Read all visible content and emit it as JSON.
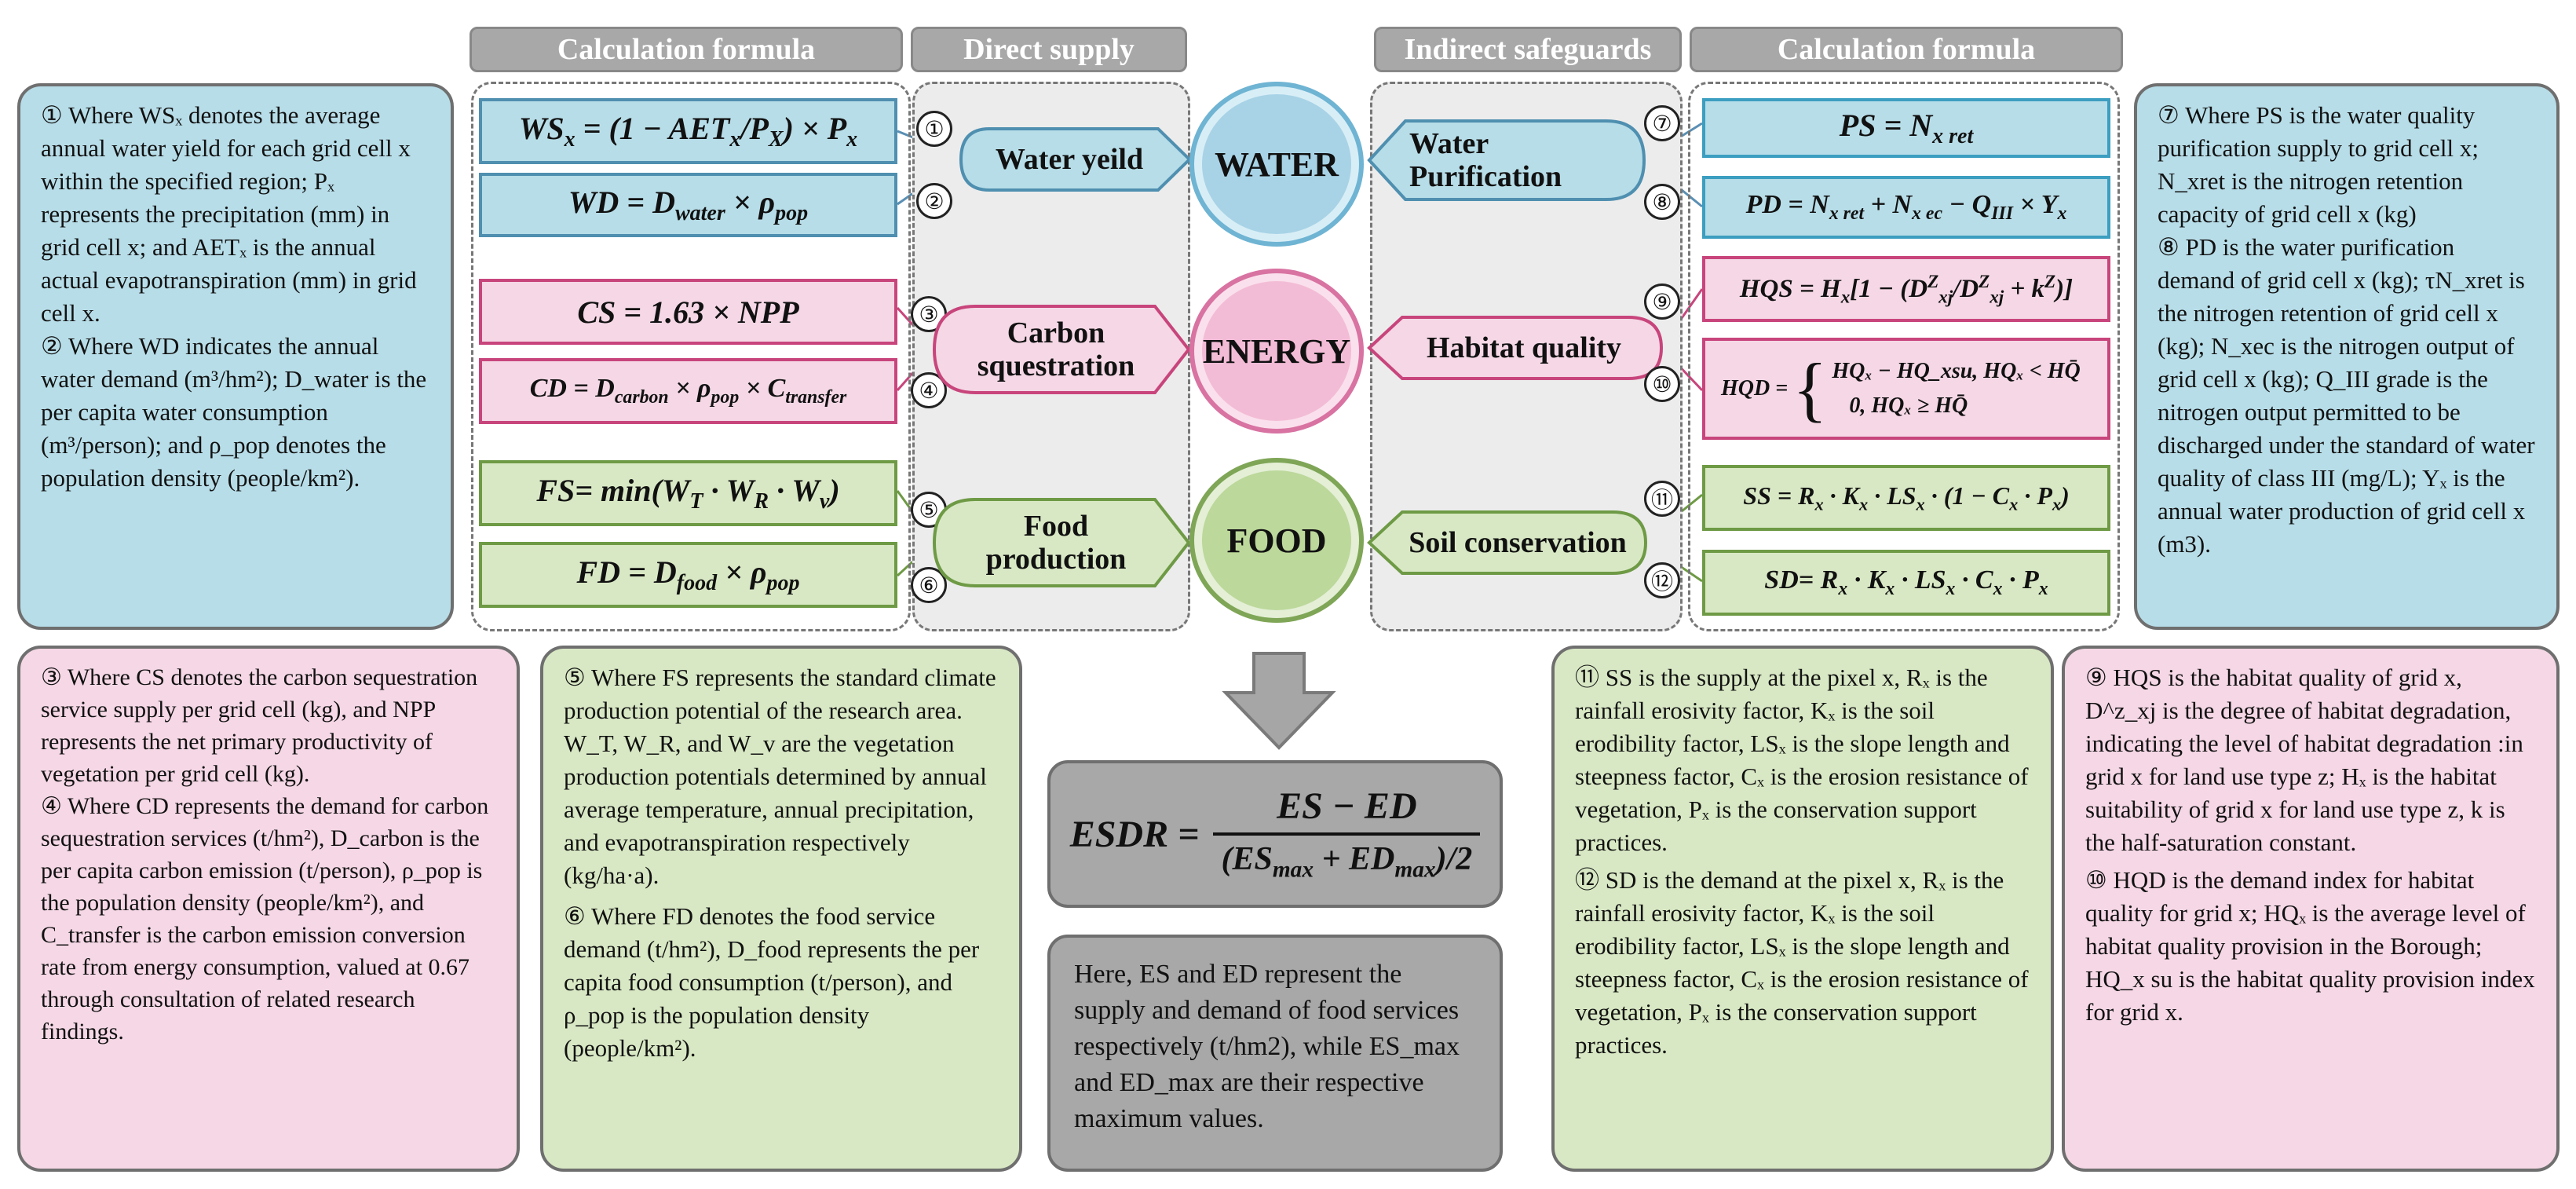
{
  "headers": {
    "calc_left": "Calculation formula",
    "direct_supply": "Direct supply",
    "indirect": "Indirect safeguards",
    "calc_right": "Calculation formula"
  },
  "numbers": [
    "①",
    "②",
    "③",
    "④",
    "⑤",
    "⑥",
    "⑦",
    "⑧",
    "⑨",
    "⑩",
    "⑪",
    "⑫"
  ],
  "centers": {
    "water": "WATER",
    "energy": "ENERGY",
    "food": "FOOD"
  },
  "services": {
    "water_yield": "Water yeild",
    "carbon_1": "Carbon",
    "carbon_2": "squestration",
    "food_1": "Food",
    "food_2": "production",
    "water_pur_1": "Water",
    "water_pur_2": "Purification",
    "habitat": "Habitat quality",
    "soil": "Soil conservation"
  },
  "formulas": {
    "ws": "WSₓ = (1 − AETₓ/Pₓ) × Pₓ",
    "wd": "WD = D_water × ρ_pop",
    "cs": "CS = 1.63 × NPP",
    "cd": "CD = D_carbon × ρ_pop × C_transfer",
    "fs": "FS= min(W_T · W_R · W_v)",
    "fd": "FD = D_food × ρ_pop",
    "ps": "PS = N_xret",
    "pd": "PD = N_xret + N_xec − Q_III × Yₓ",
    "hqs": "HQS = Hₓ[1 − (D^z_xj / D^z_xj + k^z)]",
    "hqd_1": "HQₓ − HQ_xsu, HQₓ < HQ̄",
    "hqd_2": "0, HQₓ ≥ HQ̄",
    "ss": "SS = Rₓ · Kₓ · LSₓ · (1 − Cₓ · Pₓ)",
    "sd": "SD= Rₓ · Kₓ · LSₓ · Cₓ · Pₓ",
    "esdr_num": "ES − ED",
    "esdr_den": "(ES_max + ED_max)/2"
  },
  "notes": {
    "n1": "① Where WSₓ denotes the average annual water yield for each grid cell x within the specified region; Pₓ represents the precipitation (mm) in grid cell x; and AETₓ is the annual actual evapotranspiration (mm) in grid cell x.",
    "n2": "② Where WD indicates the annual water demand (m³/hm²); D_water is the per capita water consumption (m³/person); and ρ_pop denotes the population density (people/km²).",
    "n3": "③ Where CS denotes the carbon sequestration service supply per grid cell (kg), and NPP represents the net primary productivity of vegetation per grid cell (kg).",
    "n4": "④ Where CD represents the demand for carbon sequestration services (t/hm²), D_carbon is the per capita carbon emission (t/person), ρ_pop is the population density (people/km²), and C_transfer is the carbon emission conversion rate from energy consumption, valued at 0.67 through consultation of related research findings.",
    "n5": "⑤ Where FS represents the standard climate production potential of the research area. W_T, W_R, and W_v are the vegetation production potentials determined by annual average temperature, annual precipitation, and evapotranspiration respectively (kg/ha·a).",
    "n6": "⑥ Where FD denotes the food service demand (t/hm²), D_food represents the per capita food consumption (t/person), and ρ_pop is the population density (people/km²).",
    "esdr_text": "Here, ES and ED represent the supply and demand of food services respectively (t/hm2), while ES_max and ED_max are their respective maximum values.",
    "n11": "⑪ SS is the supply at the pixel x, Rₓ is the rainfall erosivity factor, Kₓ is the soil erodibility factor, LSₓ is the slope length and steepness factor, Cₓ is the erosion resistance of vegetation, Pₓ is the conservation support practices.",
    "n12": "⑫ SD is the demand at the pixel x, Rₓ is the rainfall erosivity factor, Kₓ is the soil erodibility factor, LSₓ is the slope length and steepness factor, Cₓ is the erosion resistance of vegetation, Pₓ is the conservation support practices.",
    "n7": "⑦ Where PS is the water quality purification supply to grid cell x; N_xret is the nitrogen retention capacity of grid cell x (kg)",
    "n8": "⑧ PD is the water purification demand of grid cell x (kg); τN_xret is the nitrogen retention of grid cell x (kg); N_xec is the nitrogen output of grid cell x (kg); Q_III grade is the nitrogen output permitted to be discharged under the standard of water quality of class III (mg/L); Yₓ is the annual water production of grid cell x (m3).",
    "n9": "⑨ HQS is the habitat quality of grid x, D^z_xj is the degree of habitat degradation, indicating the level of habitat degradation :in grid x for land use type z; Hₓ is the habitat suitability of grid x for land use type z, k is the half-saturation constant.",
    "n10": "⑩ HQD is the demand index for habitat quality for grid x; HQₓ is the average level of habitat quality provision in the Borough; HQ_x su is the habitat quality provision index for grid x."
  },
  "colors": {
    "water": "#b7dde8",
    "energy": "#f5d7e5",
    "food": "#d8e8c4",
    "gray": "#a8a8a8"
  }
}
